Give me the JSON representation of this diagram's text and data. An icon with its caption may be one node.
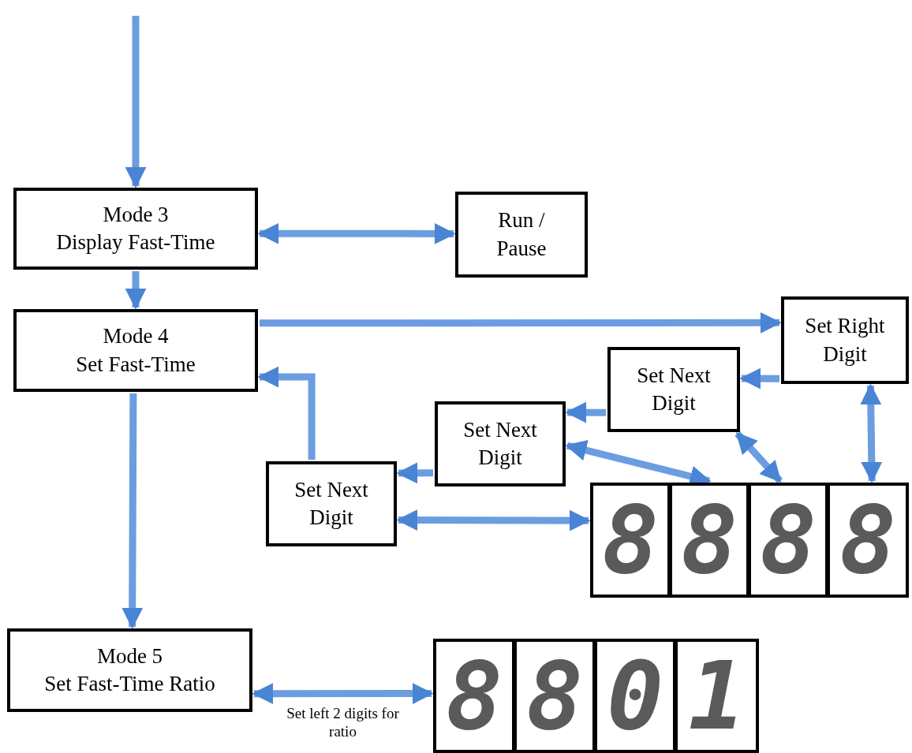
{
  "diagram": {
    "nodes": [
      {
        "text": [
          "Mode 3",
          "Display Fast-Time"
        ]
      },
      {
        "text": [
          "Run / Pause"
        ]
      },
      {
        "text": [
          "Mode 4",
          "Set Fast-Time"
        ]
      },
      {
        "text": [
          "Set Right Digit"
        ]
      },
      {
        "text": [
          "Set Next Digit"
        ]
      },
      {
        "text": [
          "Set Next Digit"
        ]
      },
      {
        "text": [
          "Set Next Digit"
        ]
      },
      {
        "text": [
          "8"
        ]
      },
      {
        "text": [
          "8"
        ]
      },
      {
        "text": [
          "8"
        ]
      },
      {
        "text": [
          "8"
        ]
      },
      {
        "text": [
          "Mode 5",
          "Set Fast-Time Ratio"
        ]
      },
      {
        "text": [
          "8"
        ]
      },
      {
        "text": [
          "8"
        ]
      },
      {
        "text": [
          "0"
        ]
      },
      {
        "text": [
          "1"
        ]
      }
    ],
    "edges": [
      {
        "from": null,
        "to": 0,
        "arrow": "to"
      },
      {
        "from": 0,
        "to": 1,
        "arrow": "both"
      },
      {
        "from": 0,
        "to": 2,
        "arrow": "to"
      },
      {
        "from": 2,
        "to": 3,
        "arrow": "to"
      },
      {
        "from": 3,
        "to": 4,
        "arrow": "to"
      },
      {
        "from": 4,
        "to": 5,
        "arrow": "to"
      },
      {
        "from": 5,
        "to": 6,
        "arrow": "to"
      },
      {
        "from": 6,
        "to": 2,
        "arrow": "to"
      },
      {
        "from": 2,
        "to": 11,
        "arrow": "to"
      },
      {
        "from": 6,
        "to": 7,
        "arrow": "both"
      },
      {
        "from": 5,
        "to": 8,
        "arrow": "both"
      },
      {
        "from": 4,
        "to": 9,
        "arrow": "both"
      },
      {
        "from": 3,
        "to": 10,
        "arrow": "both"
      },
      {
        "from": 11,
        "to": 12,
        "arrow": "both",
        "label": "Set left 2 digits for ratio"
      }
    ]
  }
}
